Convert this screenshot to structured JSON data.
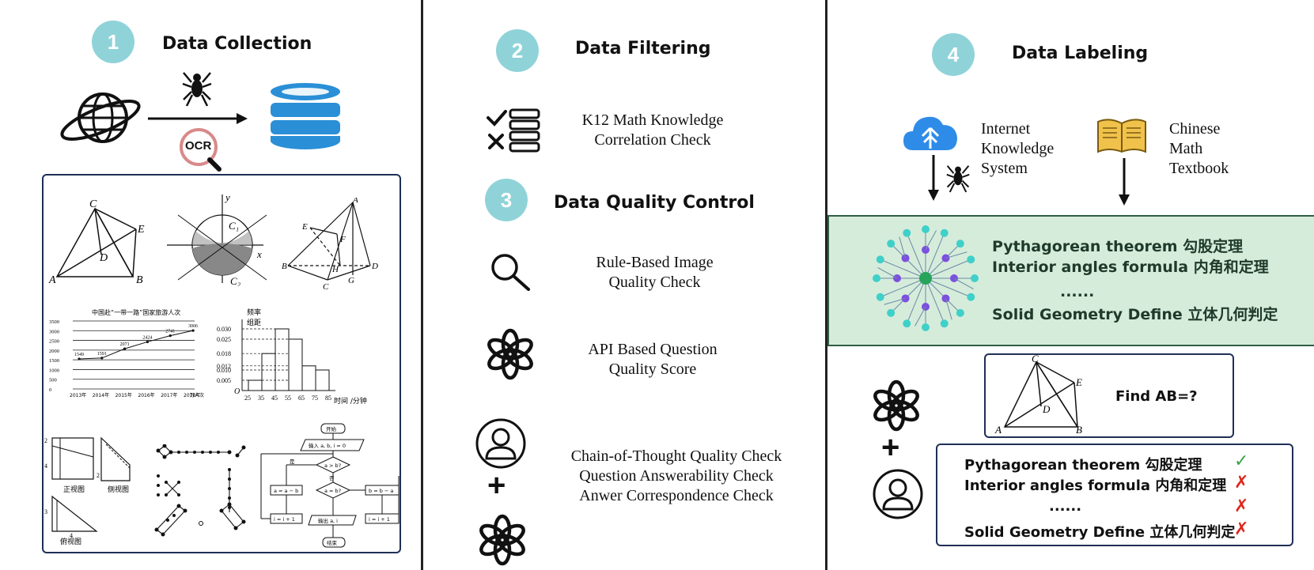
{
  "steps": [
    {
      "num": "1",
      "title": "Data Collection"
    },
    {
      "num": "2",
      "title": "Data Filtering"
    },
    {
      "num": "3",
      "title": "Data Quality Control"
    },
    {
      "num": "4",
      "title": "Data Labeling"
    }
  ],
  "collection": {
    "ocr_label": "OCR",
    "geo1_labels": [
      "C",
      "E",
      "D",
      "A",
      "B"
    ],
    "geo2_labels": [
      "y",
      "C₁",
      "x",
      "C₂"
    ],
    "geo3_labels": [
      "A",
      "E",
      "F",
      "B",
      "H",
      "D",
      "C",
      "G"
    ],
    "line_chart": {
      "title": "中国赴“一带一路”国家旅游人次",
      "categories": [
        "2013年",
        "2014年",
        "2015年",
        "2016年",
        "2017年",
        "2018年"
      ],
      "values": [
        1549,
        1591,
        2071,
        2424,
        2741,
        3006
      ],
      "value_labels": [
        "1549",
        "1591",
        "2071",
        "2424",
        "2741",
        "3006"
      ],
      "unit": "万人次",
      "yticks": [
        "3500",
        "3000",
        "2500",
        "2000",
        "1500",
        "1000",
        "500",
        "0"
      ]
    },
    "histogram": {
      "ylabel_top": "频率",
      "ylabel_bottom": "组距",
      "yticks": [
        "0.030",
        "0.025",
        "0.018",
        "0.012",
        "0.010",
        "0.005"
      ],
      "xticks": [
        "25",
        "35",
        "45",
        "55",
        "65",
        "75",
        "85"
      ],
      "xlabel": "时间 /分钟",
      "origin": "O"
    },
    "three_views": {
      "front": "正视图",
      "side": "侧视图",
      "top": "俯视图",
      "dims": [
        "2",
        "4",
        "2",
        "3",
        "4"
      ]
    },
    "flowchart": {
      "start": "开始",
      "input": "输入 a, b, i = 0",
      "cond1": "a > b?",
      "no": "否",
      "yes": "是",
      "cond2": "a = b?",
      "a_assign": "a = a − b",
      "b_assign": "b = b − a",
      "i_inc_left": "i = i + 1",
      "i_inc_right": "i = i + 1",
      "output": "输出 a, i",
      "end": "结束"
    }
  },
  "filtering": {
    "check": "K12 Math Knowledge\nCorrelation Check"
  },
  "quality": {
    "rule": "Rule-Based Image\nQuality Check",
    "api": "API Based Question\nQuality Score",
    "cot": [
      "Chain-of-Thought Quality Check",
      "Question Answerability Check",
      "Anwer Correspondence Check"
    ]
  },
  "labeling": {
    "source1": "Internet\nKnowledge\nSystem",
    "source2": "Chinese\nMath\nTextbook",
    "knowledge": [
      "Pythagorean theorem 勾股定理",
      "Interior angles formula  内角和定理",
      "......",
      "Solid Geometry  Define 立体几何判定"
    ],
    "question": "Find AB=?",
    "q_labels": [
      "C",
      "E",
      "D",
      "A",
      "B"
    ],
    "plus": "+",
    "results": [
      {
        "text": "Pythagorean theorem    勾股定理",
        "mark": "✓",
        "color": "#3aa34a"
      },
      {
        "text": "Interior angles formula  内角和定理",
        "mark": "✗",
        "color": "#e0261b"
      },
      {
        "text": "......",
        "mark": "✗",
        "color": "#e0261b"
      },
      {
        "text": "Solid Geometry  Define 立体几何判定",
        "mark": "✗",
        "color": "#e0261b"
      }
    ]
  },
  "colors": {
    "circle": "#8fd3d9",
    "db": "#2a8fd6",
    "green_bg": "#d6ecdb",
    "node_center": "#27a35a",
    "node_purple": "#7d4fe0",
    "node_teal": "#3fd0c9",
    "cloud": "#2f8be8",
    "book": "#f0c24b"
  }
}
